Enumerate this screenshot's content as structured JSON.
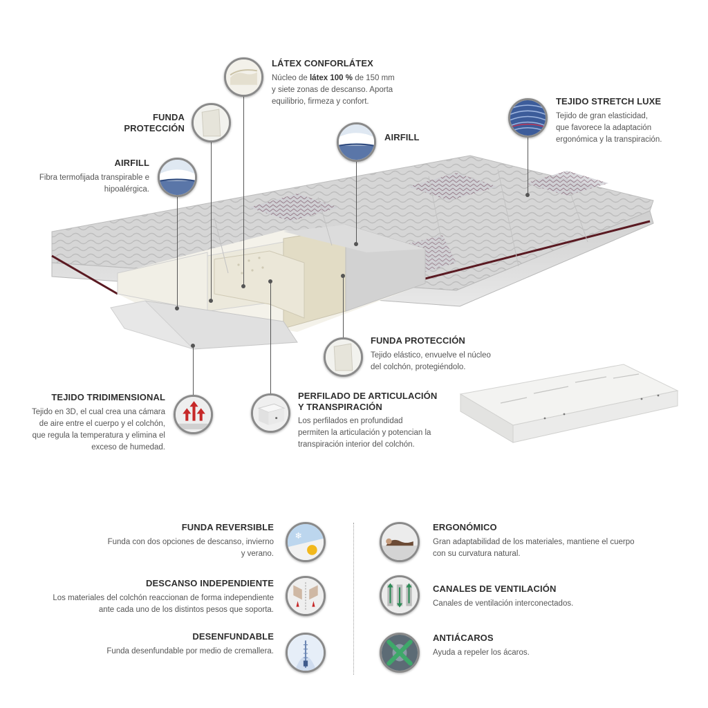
{
  "callouts": {
    "latex": {
      "title": "LÁTEX CONFORLÁTEX",
      "line1_pre": "Núcleo de ",
      "line1_bold": "látex 100 %",
      "line1_post": " de 150 mm",
      "line2": "y siete zonas de descanso. Aporta",
      "line3": "equilibrio, firmeza y confort.",
      "icon": "latex-foam-icon"
    },
    "funda_top": {
      "title_line1": "FUNDA",
      "title_line2": "PROTECCIÓN",
      "icon": "fabric-sheet-icon"
    },
    "airfill_left": {
      "title": "AIRFILL",
      "line1": "Fibra termofijada transpirable e",
      "line2": "hipoalérgica.",
      "icon": "fiber-icon"
    },
    "airfill_center": {
      "title": "AIRFILL",
      "icon": "fiber-icon"
    },
    "stretch": {
      "title": "TEJIDO STRETCH LUXE",
      "line1": "Tejido de gran elasticidad,",
      "line2": "que favorece la adaptación",
      "line3": "ergonómica y la transpiración.",
      "icon": "stretch-fabric-icon"
    },
    "funda_bottom": {
      "title": "FUNDA PROTECCIÓN",
      "line1": "Tejido elástico, envuelve el núcleo",
      "line2": "del colchón, protegiéndolo.",
      "icon": "fabric-sheet-icon"
    },
    "tridimensional": {
      "title": "TEJIDO TRIDIMENSIONAL",
      "line1": "Tejido en 3D, el cual crea una cámara",
      "line2": "de aire entre el cuerpo y el colchón,",
      "line3": "que regula la temperatura y elimina el",
      "line4": "exceso de humedad.",
      "icon": "airflow-arrows-icon"
    },
    "perfilado": {
      "title_line1": "PERFILADO DE ARTICULACIÓN",
      "title_line2": "Y TRANSPIRACIÓN",
      "line1": "Los perfilados en profundidad",
      "line2": "permiten la articulación y potencian la",
      "line3": "transpiración interior del colchón.",
      "icon": "perforated-foam-icon"
    }
  },
  "features": {
    "reversible": {
      "title": "FUNDA REVERSIBLE",
      "line1": "Funda con dos opciones de descanso, invierno",
      "line2": "y verano.",
      "icon": "winter-summer-icon"
    },
    "independiente": {
      "title": "DESCANSO INDEPENDIENTE",
      "line1": "Los materiales del colchón reaccionan de forma independiente",
      "line2": "ante cada uno de los distintos pesos que soporta.",
      "icon": "independent-rest-icon"
    },
    "desenfundable": {
      "title": "DESENFUNDABLE",
      "line1": "Funda desenfundable por medio de cremallera.",
      "icon": "zipper-icon"
    },
    "ergonomico": {
      "title": "ERGONÓMICO",
      "line1": "Gran adaptabilidad de los materiales, mantiene el cuerpo",
      "line2": "con su curvatura natural.",
      "icon": "ergonomic-body-icon"
    },
    "canales": {
      "title": "CANALES DE VENTILACIÓN",
      "line1": "Canales de ventilación interconectados.",
      "icon": "ventilation-icon"
    },
    "antiacaros": {
      "title": "ANTIÁCAROS",
      "line1": "Ayuda a repeler los ácaros.",
      "icon": "anti-mite-icon"
    }
  },
  "colors": {
    "stripe": "#5a1a22",
    "fabric": "#d9d9d9",
    "core": "#e8e4d6",
    "line": "#555555"
  }
}
